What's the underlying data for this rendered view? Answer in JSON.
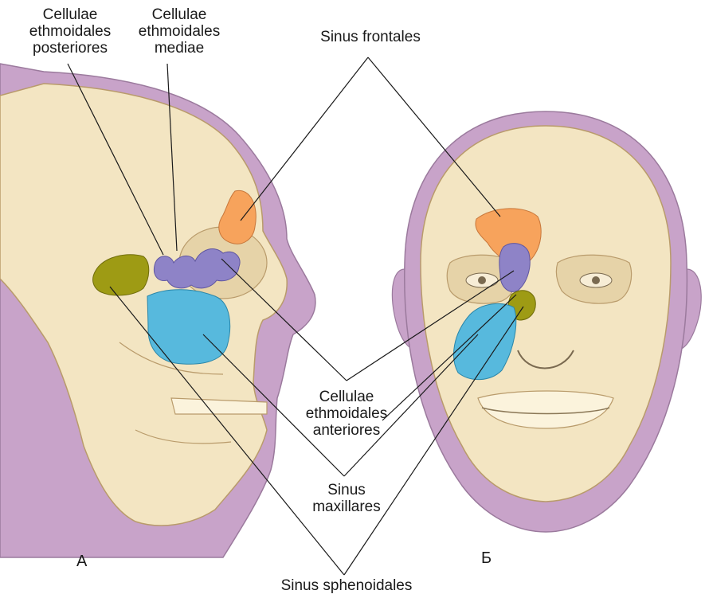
{
  "labels": {
    "posterior_ethmoid": "Cellulae\nethmoidales\nposteriores",
    "middle_ethmoid": "Cellulae\nethmoidales\nmediae",
    "frontal": "Sinus frontales",
    "anterior_ethmoid": "Cellulae\nethmoidales\nanteriores",
    "maxillary": "Sinus\nmaxillares",
    "sphenoid": "Sinus sphenoidales"
  },
  "panels": {
    "left": "А",
    "right": "Б"
  },
  "colors": {
    "skin_purple": "#c8a3c9",
    "skull_bone": "#f3e5c2",
    "bone_shadow": "#dcc59a",
    "frontal_sinus": "#f7a35c",
    "ethmoid_cells": "#8e83c7",
    "sphenoid_sinus": "#9e9b14",
    "maxillary_sinus": "#57b9dd",
    "leader_line": "#1a1a1a"
  }
}
